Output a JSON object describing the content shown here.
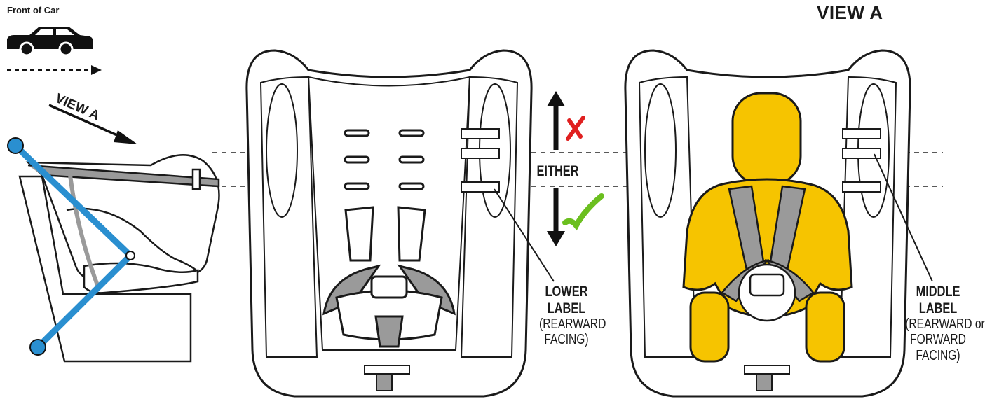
{
  "labels": {
    "front_of_car": "Front of Car",
    "view_a_title": "VIEW A",
    "view_a_side": "VIEW A",
    "either": "EITHER",
    "lower_line1": "LOWER",
    "lower_line2": "LABEL",
    "lower_line3": "(REARWARD",
    "lower_line4": "FACING)",
    "middle_line1": "MIDDLE",
    "middle_line2": "LABEL",
    "middle_line3": "(REARWARD or",
    "middle_line4": "FORWARD",
    "middle_line5": "FACING)"
  },
  "colors": {
    "outline": "#1a1a1a",
    "support_leg": "#2a8fd0",
    "child_figure": "#f6c400",
    "harness": "#9a9a9a",
    "wrong_mark": "#e02020",
    "right_mark": "#6bbf1f"
  },
  "icons": {
    "car": "car-icon",
    "wrong": "cross-mark-icon",
    "right": "check-mark-icon"
  }
}
